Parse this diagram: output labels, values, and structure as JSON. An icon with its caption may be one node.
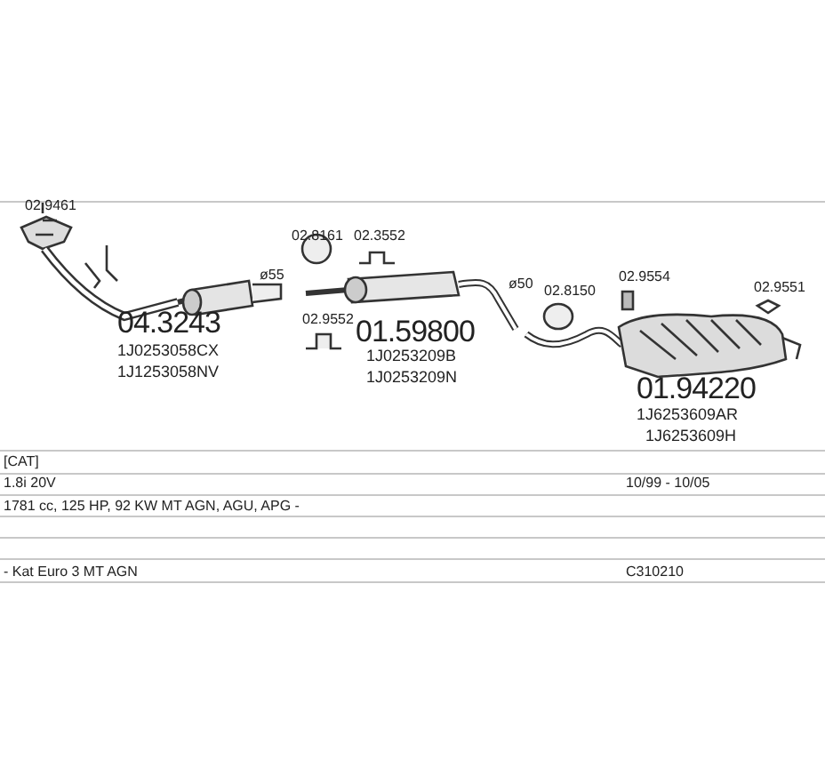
{
  "diagram": {
    "labels": [
      "02.9461",
      "02.8161",
      "02.3552",
      "ø55",
      "04.3243",
      "1J0253058CX",
      "1J1253058NV",
      "02.9552",
      "01.59800",
      "1J0253209B",
      "1J0253209N",
      "ø50",
      "02.8150",
      "02.9554",
      "02.9551",
      "01.94220",
      "1J6253609AR",
      "1J6253609H",
      "[CAT]",
      "1.8i 20V",
      "10/99 - 10/05",
      "1781 cc, 125 HP, 92 KW MT AGN, AGU, APG -",
      "- Kat Euro 3 MT AGN",
      "C310210"
    ]
  }
}
